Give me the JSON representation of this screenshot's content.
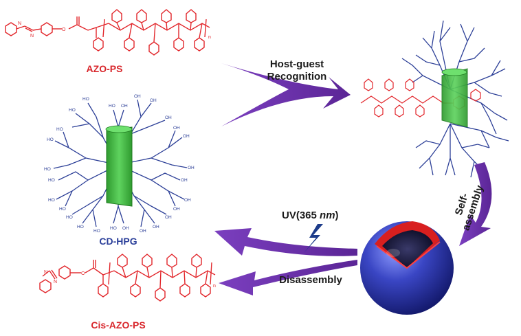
{
  "labels": {
    "azo_ps": "AZO-PS",
    "cd_hpg": "CD-HPG",
    "cis_azo_ps": "Cis-AZO-PS",
    "host_guest_1": "Host-guest",
    "host_guest_2": "Recognition",
    "self_assembly_1": "Self-",
    "self_assembly_2": "assembly",
    "uv_prefix": "UV(365 ",
    "uv_unit": "nm",
    "uv_suffix": ")",
    "disassembly": "Disassembly"
  },
  "chem_text": {
    "oh": "OH",
    "ho": "HO",
    "n": "N",
    "o": "O",
    "sub_n": "n"
  },
  "colors": {
    "polymer_red": "#e2262b",
    "dendrimer_blue": "#2c3f97",
    "cyclodextrin_green": "#3dbb3d",
    "arrow_purple": "#6a2fa8",
    "sphere_blue": "#3340b8",
    "shell_red": "#e02020",
    "bolt_blue": "#1d3c8a"
  },
  "icons": {
    "uv": "lightning-bolt-icon",
    "micelle": "core-shell-micelle-sphere"
  }
}
